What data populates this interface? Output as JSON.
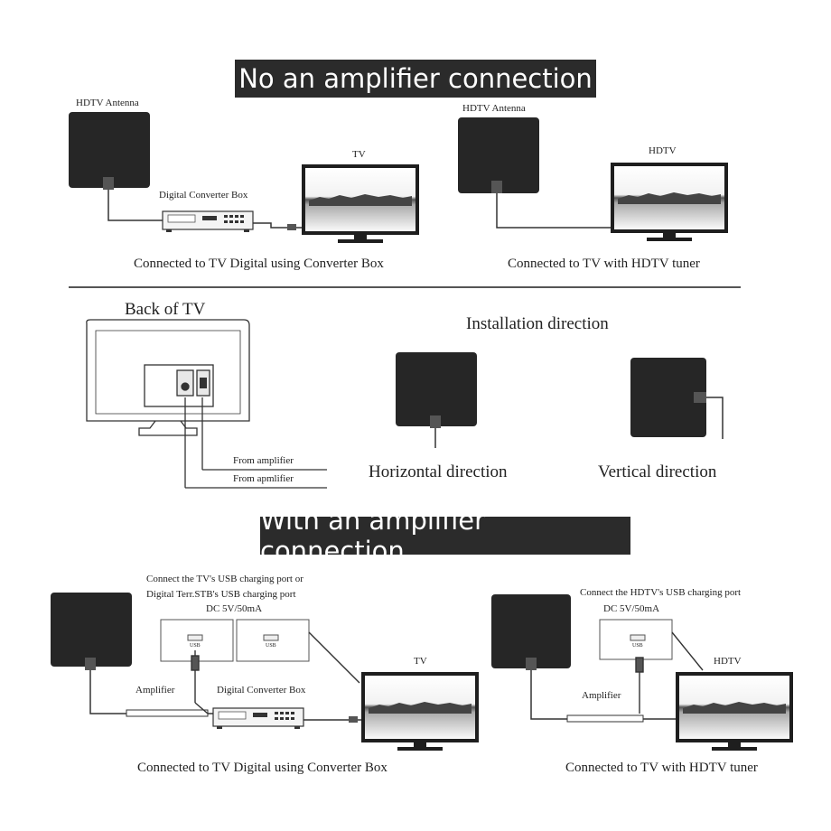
{
  "banners": {
    "no_amplifier": "No an amplifier connection",
    "with_amplifier": "With an amplifier connection"
  },
  "section1": {
    "left": {
      "antenna_label": "HDTV Antenna",
      "converter_label": "Digital Converter Box",
      "tv_label": "TV",
      "caption": "Connected to TV Digital using Converter Box"
    },
    "right": {
      "antenna_label": "HDTV Antenna",
      "tv_label": "HDTV",
      "caption": "Connected to TV with HDTV tuner"
    }
  },
  "section2": {
    "back_of_tv": "Back of TV",
    "from_amplifier_1": "From amplifier",
    "from_amplifier_2": "From apmlifier",
    "installation_title": "Installation direction",
    "horizontal": "Horizontal direction",
    "vertical": "Vertical direction"
  },
  "section3": {
    "left": {
      "usb_note_line1": "Connect the TV's USB charging port or",
      "usb_note_line2": "Digital Terr.STB's USB charging port",
      "dc_label": "DC 5V/50mA",
      "amplifier_label": "Amplifier",
      "converter_label": "Digital Converter Box",
      "tv_label": "TV",
      "caption": "Connected to TV Digital using Converter Box"
    },
    "right": {
      "usb_note": "Connect the HDTV's USB charging port",
      "dc_label": "DC 5V/50mA",
      "amplifier_label": "Amplifier",
      "tv_label": "HDTV",
      "caption": "Connected to TV with HDTV tuner"
    },
    "usb_port_label": "USB"
  },
  "colors": {
    "banner_bg": "#2b2b2b",
    "antenna_fill": "#262626",
    "line": "#333333"
  }
}
